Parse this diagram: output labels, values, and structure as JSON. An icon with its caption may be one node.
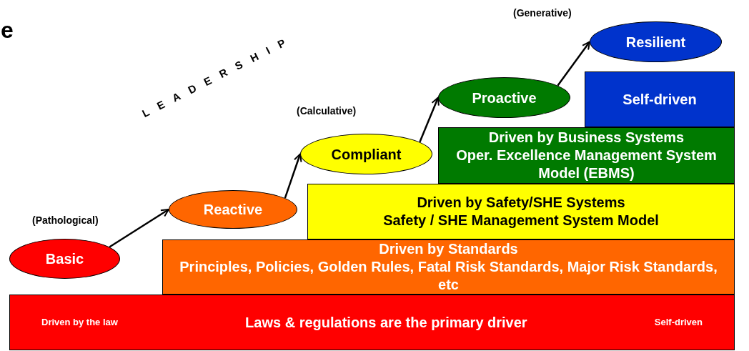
{
  "diagram": {
    "nodes": [
      {
        "text": [
          "Basic"
        ],
        "beside": [
          "(Pathological)"
        ]
      },
      {
        "text": [
          "Reactive"
        ]
      },
      {
        "text": [
          "Compliant"
        ],
        "beside": [
          "(Calculative)"
        ]
      },
      {
        "text": [
          "Proactive"
        ]
      },
      {
        "text": [
          "Resilient"
        ],
        "beside": [
          "(Generative)"
        ]
      },
      {
        "text": [
          "Driven by the law",
          "Laws & regulations are the primary driver",
          "Self-driven"
        ]
      },
      {
        "text": [
          "Driven by Standards",
          "Principles, Policies, Golden Rules, Fatal Risk Standards, Major Risk Standards, etc"
        ]
      },
      {
        "text": [
          "Driven by Safety/SHE Systems",
          "Safety / SHE Management System Model"
        ]
      },
      {
        "text": [
          "Driven by Business Systems",
          "Oper. Excellence Management System Model (EBMS)"
        ]
      },
      {
        "text": [
          "Self-driven"
        ]
      }
    ],
    "edges": [
      {
        "from": 0,
        "to": 1,
        "arrow": "to"
      },
      {
        "from": 1,
        "to": 2,
        "arrow": "to"
      },
      {
        "from": 2,
        "to": 3,
        "arrow": "to"
      },
      {
        "from": 3,
        "to": 4,
        "arrow": "to"
      }
    ],
    "labels": [
      "e",
      "LEADERSHIP"
    ]
  }
}
